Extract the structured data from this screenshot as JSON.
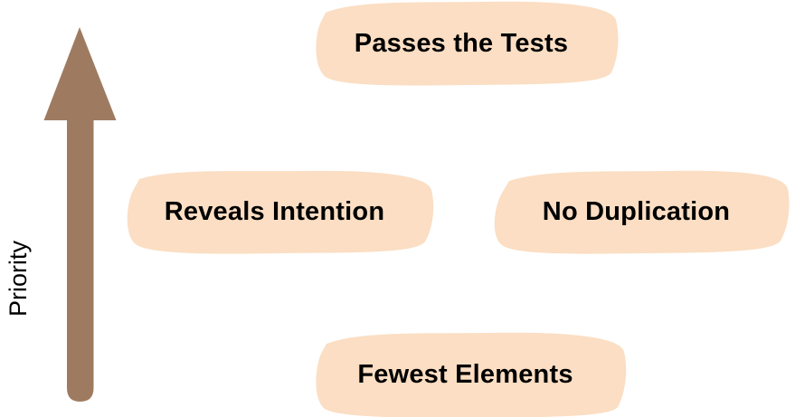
{
  "diagram": {
    "title": "Priority",
    "axis": {
      "label": "Priority",
      "direction": "up",
      "arrow_icon": "up-arrow-icon",
      "arrow_color": "#9E7B60"
    },
    "colors": {
      "background": "#FFFFFF",
      "node_fill": "#FBDEC3",
      "node_text": "#000000",
      "arrow": "#9E7B60"
    },
    "nodes": [
      {
        "id": "passes-the-tests",
        "label": "Passes the Tests",
        "rank": 1
      },
      {
        "id": "reveals-intention",
        "label": "Reveals Intention",
        "rank": 2
      },
      {
        "id": "no-duplication",
        "label": "No Duplication",
        "rank": 2
      },
      {
        "id": "fewest-elements",
        "label": "Fewest Elements",
        "rank": 3
      }
    ]
  }
}
